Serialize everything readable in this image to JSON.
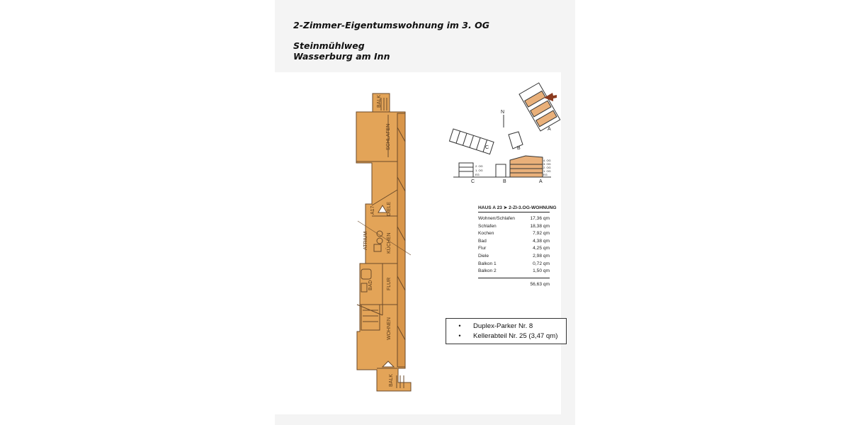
{
  "document": {
    "title": "2-Zimmer-Eigentumswohnung im 3. OG",
    "street": "Steinmühlweg",
    "city": "Wasserburg am Inn"
  },
  "floor_plan": {
    "room_labels": [
      "BALK",
      "SCHLAFEN",
      "A17",
      "DIELE",
      "KÜCHEN",
      "ATRIUM",
      "BAD",
      "FLUR",
      "WOHNEN",
      "BALK"
    ]
  },
  "site_plan": {
    "north_label": "N",
    "building_labels": [
      "A",
      "B",
      "C"
    ],
    "floor_labels": [
      "4. OG",
      "3. OG",
      "2. OG",
      "1. OG",
      "EG"
    ],
    "small_floor_labels": [
      "2. OG",
      "1. OG",
      "EG"
    ],
    "arrow_color": "#8b3a1f"
  },
  "area_table": {
    "title": "HAUS A 23 ➤ 2-ZI-3.OG-WOHNUNG",
    "rows": [
      {
        "room": "Wohnen/Schlafen",
        "area": "17,36 qm"
      },
      {
        "room": "Schlafen",
        "area": "18,38 qm"
      },
      {
        "room": "Kochen",
        "area": "7,92 qm"
      },
      {
        "room": "Bad",
        "area": "4,38 qm"
      },
      {
        "room": "Flur",
        "area": "4,25 qm"
      },
      {
        "room": "Diele",
        "area": "2,98 qm"
      },
      {
        "room": "Balkon 1",
        "area": "0,72 qm"
      },
      {
        "room": "Balkon 2",
        "area": "1,50 qm"
      }
    ],
    "total": "56,63 qm"
  },
  "extras": {
    "items": [
      "Duplex-Parker Nr. 8",
      "Kellerabteil Nr. 25 (3,47 qm)"
    ],
    "bullet": "•"
  },
  "colors": {
    "apartment_fill": "#e3a458",
    "wall": "#6b4a2a",
    "site_fill": "#e9b07a"
  }
}
